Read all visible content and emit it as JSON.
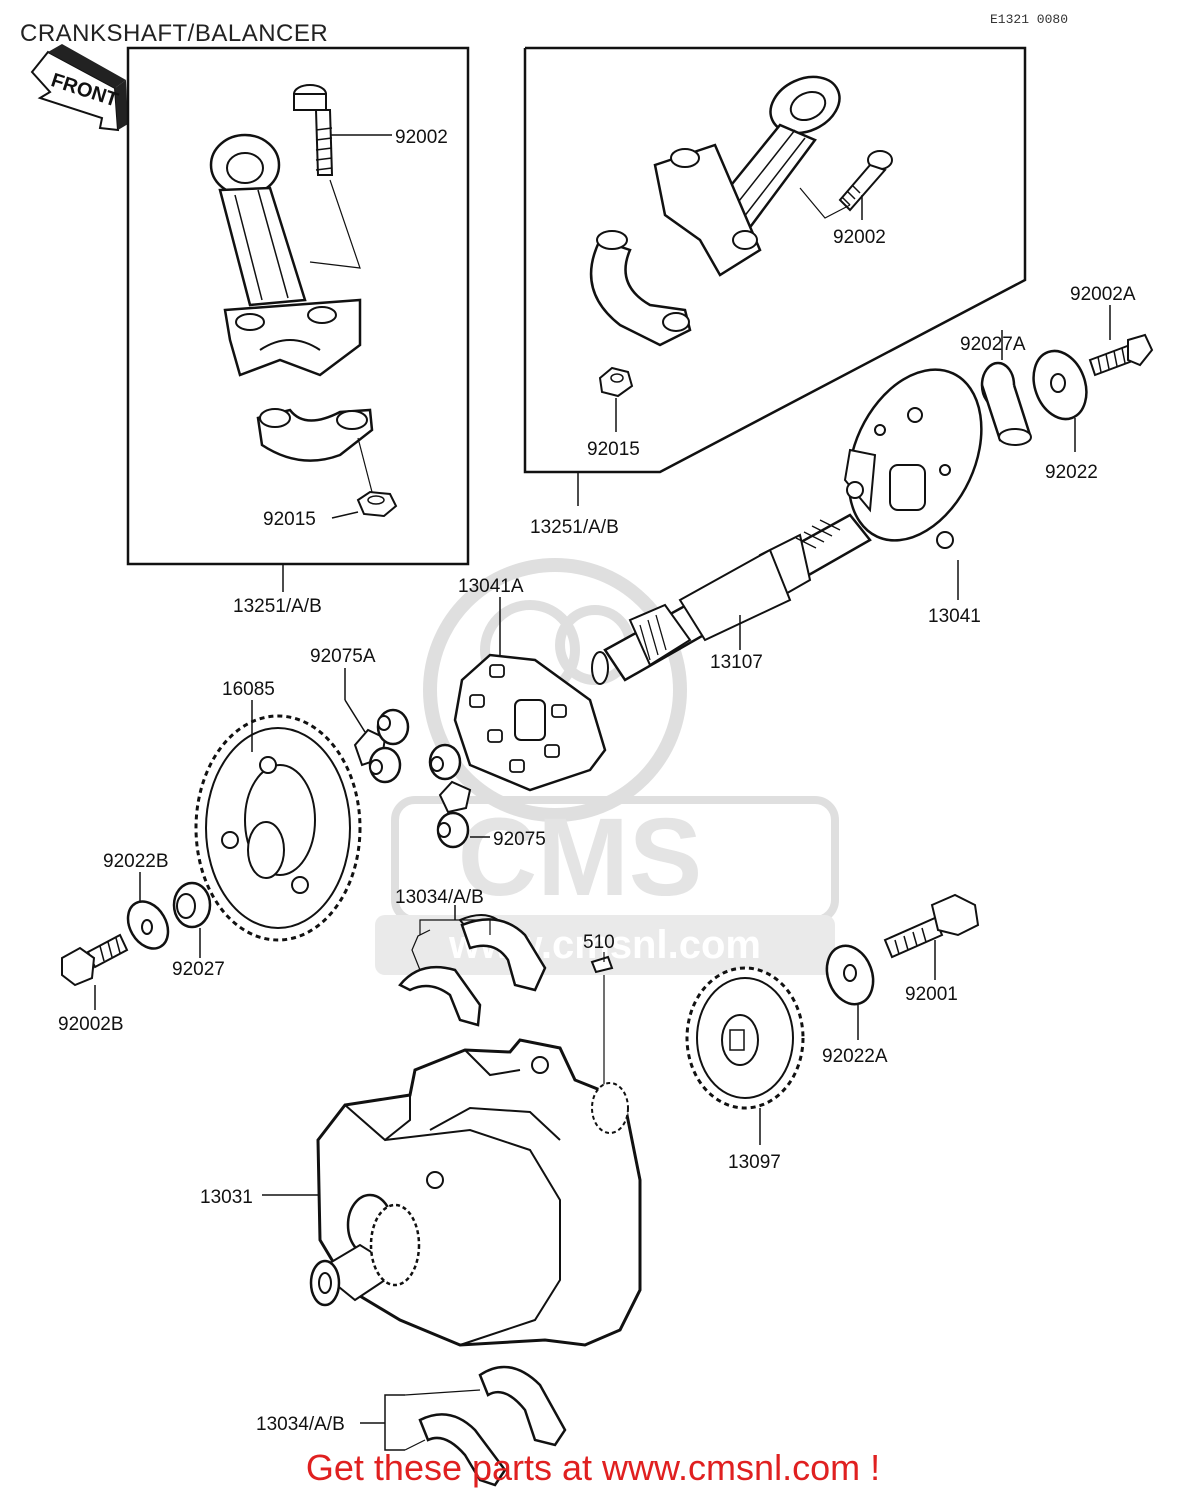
{
  "header": {
    "title": "CRANKSHAFT/BALANCER",
    "diagram_ref": "E1321 0080"
  },
  "front_arrow": {
    "label": "FRONT",
    "icon": "front-arrow-icon"
  },
  "watermark": {
    "text": "www.cmsnl.com",
    "logo": "CMS"
  },
  "parts": {
    "p92002_left": "92002",
    "p92015_left": "92015",
    "p13251_left": "13251/A/B",
    "p92002_right": "92002",
    "p92015_right": "92015",
    "p13251_right": "13251/A/B",
    "p92002A": "92002A",
    "p92027A": "92027A",
    "p92022": "92022",
    "p13041": "13041",
    "p13107": "13107",
    "p13041A": "13041A",
    "p92075A": "92075A",
    "p92075": "92075",
    "p16085": "16085",
    "p92022B": "92022B",
    "p92027": "92027",
    "p92002B": "92002B",
    "p13034_upper": "13034/A/B",
    "p510": "510",
    "p92001": "92001",
    "p92022A": "92022A",
    "p13097": "13097",
    "p13031": "13031",
    "p13034_lower": "13034/A/B"
  },
  "footer": {
    "promo": "Get these parts at www.cmsnl.com !"
  },
  "colors": {
    "promo": "#e02020",
    "lines": "#111111",
    "watermark": "#d9d9d9"
  }
}
